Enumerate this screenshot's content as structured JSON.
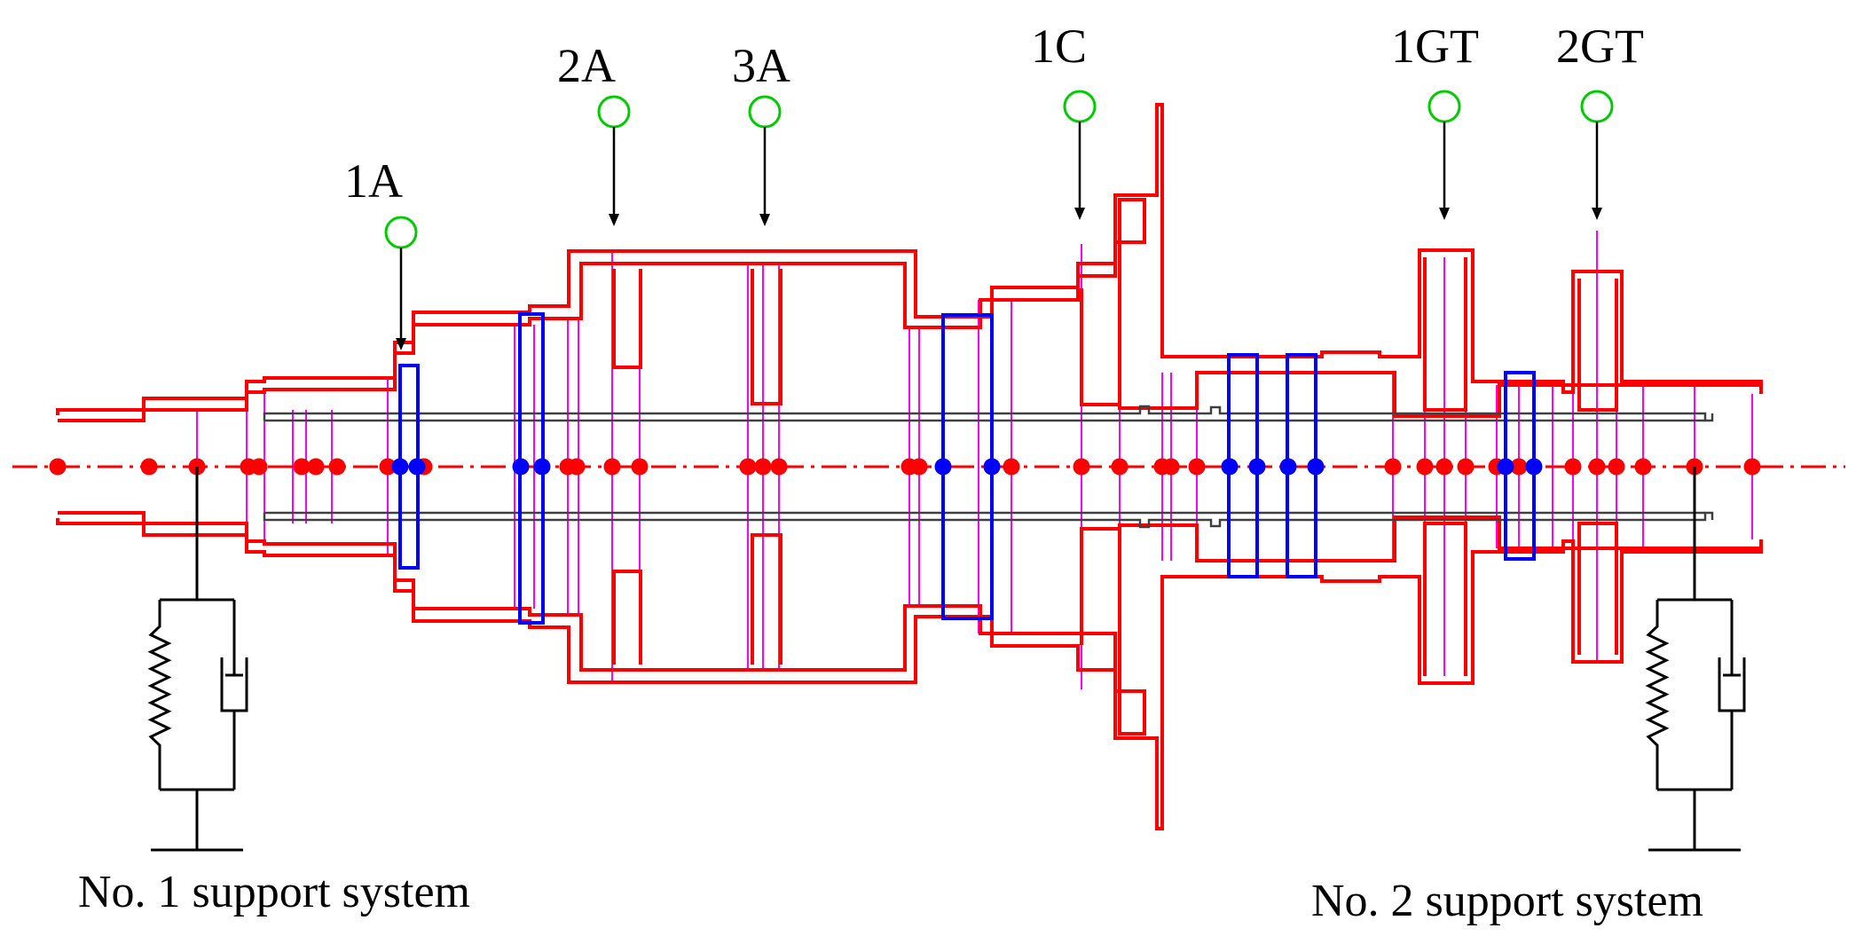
{
  "stations": [
    {
      "id": "1A",
      "label": "1A"
    },
    {
      "id": "2A",
      "label": "2A"
    },
    {
      "id": "3A",
      "label": "3A"
    },
    {
      "id": "1C",
      "label": "1C"
    },
    {
      "id": "1GT",
      "label": "1GT"
    },
    {
      "id": "2GT",
      "label": "2GT"
    }
  ],
  "supports": [
    {
      "id": "support-1",
      "label": "No. 1 support system"
    },
    {
      "id": "support-2",
      "label": "No. 2 support system"
    }
  ],
  "colors": {
    "rotor_outline": "#ff0000",
    "node": "#ff0000",
    "coupling_node": "#0000ff",
    "coupling_box": "#0000ff",
    "station_lines": "#ff00ff",
    "inner_shaft": "#404040",
    "probe_marker": "#00cc00",
    "support": "#000000"
  }
}
